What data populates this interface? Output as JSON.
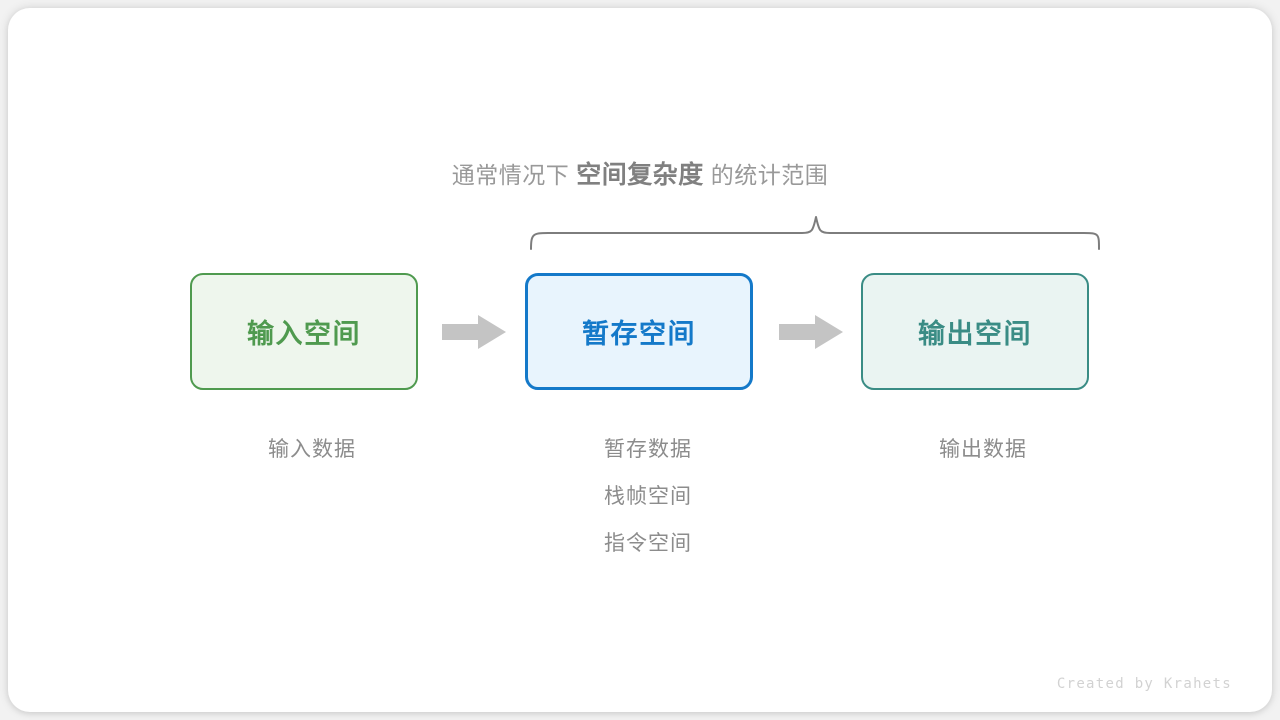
{
  "theme": {
    "page_background": "#f2f2f2",
    "card_background": "#ffffff",
    "muted_text": "#999999",
    "caption_text": "#8c8c8c",
    "brace_color": "#7d7d7d",
    "arrow_color": "#c4c4c4",
    "input_accent": "#4f9a4f",
    "input_fill": "#eef6ed",
    "temp_accent": "#1479c9",
    "temp_fill": "#e8f4fd",
    "output_accent": "#3a8c85",
    "output_fill": "#eaf4f2",
    "footer_text": "#d2d2d2"
  },
  "heading": {
    "prefix": "通常情况下",
    "emphasis": "空间复杂度",
    "suffix": "的统计范围"
  },
  "brace": {
    "label": "scope-brace",
    "spans_nodes": [
      "暂存空间",
      "输出空间"
    ]
  },
  "flow": {
    "nodes": [
      {
        "id": "input",
        "label": "输入空间"
      },
      {
        "id": "temp",
        "label": "暂存空间"
      },
      {
        "id": "output",
        "label": "输出空间"
      }
    ],
    "arrows": [
      {
        "id": "arrow-1",
        "icon": "right-arrow-icon"
      },
      {
        "id": "arrow-2",
        "icon": "right-arrow-icon"
      }
    ]
  },
  "captions": {
    "input": [
      "输入数据"
    ],
    "temp": [
      "暂存数据",
      "栈帧空间",
      "指令空间"
    ],
    "output": [
      "输出数据"
    ]
  },
  "footer": {
    "credit": "Created by Krahets"
  }
}
